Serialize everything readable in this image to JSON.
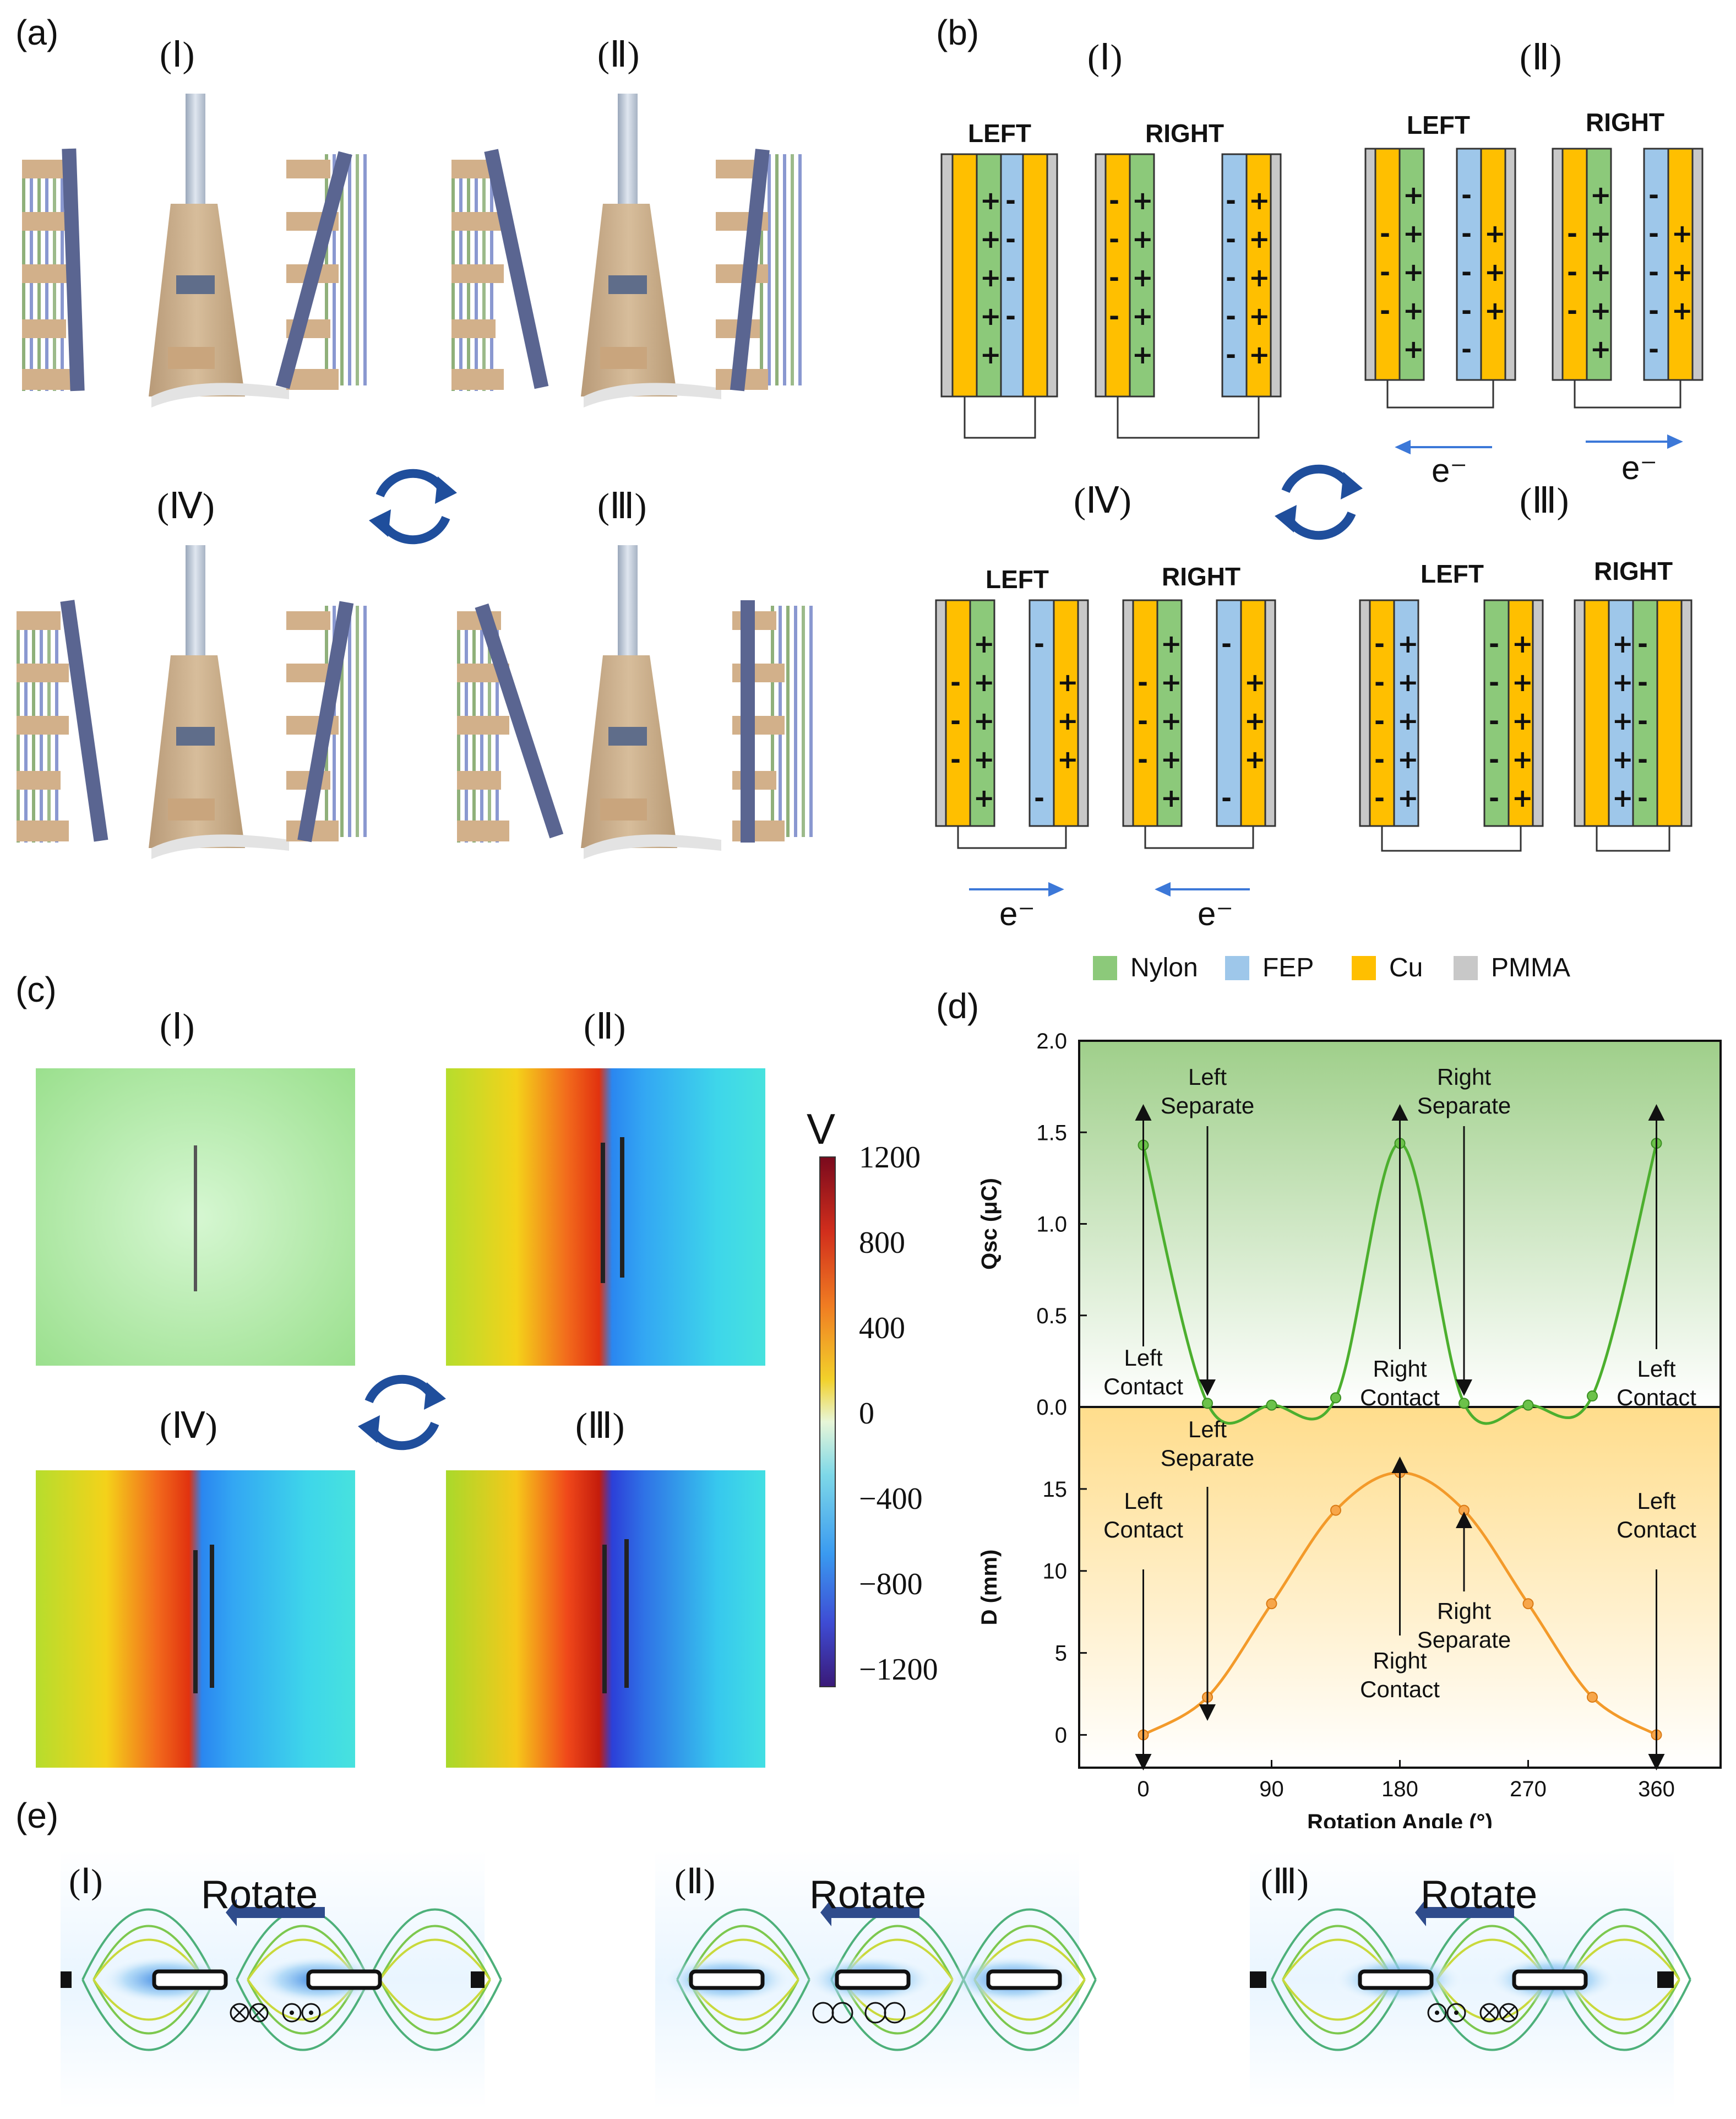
{
  "panels": {
    "a": "(a)",
    "b": "(b)",
    "c": "(c)",
    "d": "(d)",
    "e": "(e)"
  },
  "roman": {
    "I": "(Ⅰ)",
    "II": "(Ⅱ)",
    "III": "(Ⅲ)",
    "IV": "(Ⅳ)"
  },
  "b": {
    "left": "LEFT",
    "right": "RIGHT",
    "electron": "e⁻",
    "legend": [
      {
        "label": "Nylon",
        "color": "#8cc97a"
      },
      {
        "label": "FEP",
        "color": "#9ec7ea"
      },
      {
        "label": "Cu",
        "color": "#ffbf00"
      },
      {
        "label": "PMMA",
        "color": "#c8c8c8"
      }
    ]
  },
  "c": {
    "unit": "V",
    "ticks": [
      "1200",
      "800",
      "400",
      "0",
      "−400",
      "−800",
      "−1200"
    ]
  },
  "e": {
    "rotate": "Rotate"
  },
  "colors": {
    "nylon": "#8cc97a",
    "fep": "#9ec7ea",
    "cu": "#ffbf00",
    "pmma": "#c8c8c8",
    "cycle": "#1f4e9c",
    "green_line": "#4caf2e",
    "orange_line": "#f39a2a"
  },
  "chart_data": [
    {
      "type": "line",
      "x": [
        0,
        45,
        90,
        135,
        180,
        225,
        270,
        315,
        360
      ],
      "y": [
        1.43,
        0.02,
        0.01,
        0.05,
        1.44,
        0.02,
        0.01,
        0.06,
        1.44
      ],
      "ylabel": "Qsc (μC)",
      "ylim": [
        0,
        2.0
      ],
      "yticks": [
        "0.0",
        "0.5",
        "1.0",
        "1.5",
        "2.0"
      ],
      "annotations": [
        {
          "text": [
            "Left",
            "Contact"
          ],
          "x": 0
        },
        {
          "text": [
            "Left",
            "Separate"
          ],
          "x": 45
        },
        {
          "text": [
            "Right",
            "Contact"
          ],
          "x": 180
        },
        {
          "text": [
            "Right",
            "Separate"
          ],
          "x": 225
        },
        {
          "text": [
            "Left",
            "Contact"
          ],
          "x": 360
        }
      ]
    },
    {
      "type": "line",
      "x": [
        0,
        45,
        90,
        135,
        180,
        225,
        270,
        315,
        360
      ],
      "y": [
        0,
        2.3,
        8.0,
        13.7,
        16.0,
        13.7,
        8.0,
        2.3,
        0
      ],
      "ylabel": "D (mm)",
      "xlabel": "Rotation Angle (°)",
      "xticks": [
        "0",
        "90",
        "180",
        "270",
        "360"
      ],
      "yticks": [
        "0",
        "5",
        "10",
        "15"
      ],
      "xlim": [
        -45,
        405
      ],
      "ylim": [
        -2,
        20
      ],
      "annotations": [
        {
          "text": [
            "Left",
            "Contact"
          ],
          "x": 0
        },
        {
          "text": [
            "Left",
            "Separate"
          ],
          "x": 45
        },
        {
          "text": [
            "Right",
            "Contact"
          ],
          "x": 180
        },
        {
          "text": [
            "Right",
            "Separate"
          ],
          "x": 225
        },
        {
          "text": [
            "Left",
            "Contact"
          ],
          "x": 360
        }
      ]
    }
  ]
}
